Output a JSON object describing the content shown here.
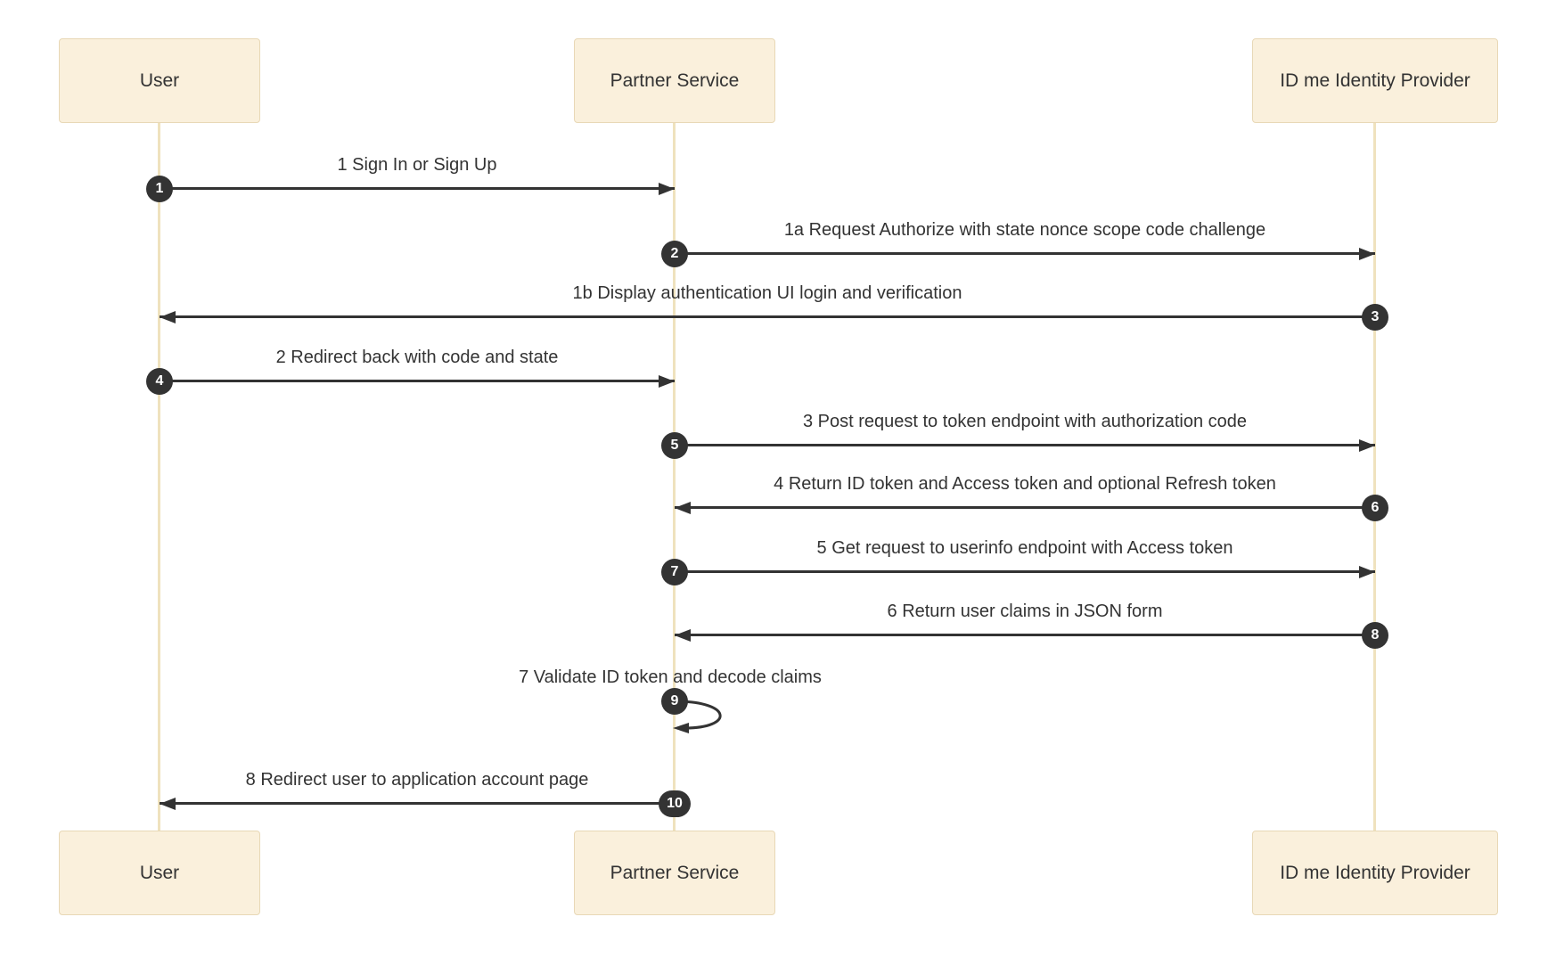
{
  "diagram": {
    "type": "sequence-diagram",
    "actors": [
      {
        "id": "user",
        "label": "User"
      },
      {
        "id": "partner",
        "label": "Partner Service"
      },
      {
        "id": "idp",
        "label": "ID me Identity Provider"
      }
    ],
    "messages": [
      {
        "number": "1",
        "label": "1 Sign In or Sign Up",
        "from": "User",
        "to": "Partner Service",
        "direction": "right"
      },
      {
        "number": "2",
        "label": "1a Request Authorize with state nonce scope code challenge",
        "from": "Partner Service",
        "to": "ID me Identity Provider",
        "direction": "right"
      },
      {
        "number": "3",
        "label": "1b Display authentication UI login and verification",
        "from": "ID me Identity Provider",
        "to": "User",
        "direction": "left"
      },
      {
        "number": "4",
        "label": "2 Redirect back with code and state",
        "from": "User",
        "to": "Partner Service",
        "direction": "right"
      },
      {
        "number": "5",
        "label": "3 Post request to token endpoint with authorization code",
        "from": "Partner Service",
        "to": "ID me Identity Provider",
        "direction": "right"
      },
      {
        "number": "6",
        "label": "4 Return ID token and Access token and optional Refresh token",
        "from": "ID me Identity Provider",
        "to": "Partner Service",
        "direction": "left"
      },
      {
        "number": "7",
        "label": "5 Get request to userinfo endpoint with Access token",
        "from": "Partner Service",
        "to": "ID me Identity Provider",
        "direction": "right"
      },
      {
        "number": "8",
        "label": "6 Return user claims in JSON form",
        "from": "ID me Identity Provider",
        "to": "Partner Service",
        "direction": "left"
      },
      {
        "number": "9",
        "label": "7 Validate ID token and decode claims",
        "from": "Partner Service",
        "to": "Partner Service",
        "direction": "self"
      },
      {
        "number": "10",
        "label": "8 Redirect user to application account page",
        "from": "Partner Service",
        "to": "User",
        "direction": "left"
      }
    ],
    "colors": {
      "background": "#ffffff",
      "actor_fill": "#faf0dc",
      "actor_border": "#e8d8b6",
      "lifeline": "#efe2be",
      "arrow": "#333333",
      "text": "#333333",
      "badge_fill": "#333333",
      "badge_text": "#ffffff"
    }
  }
}
